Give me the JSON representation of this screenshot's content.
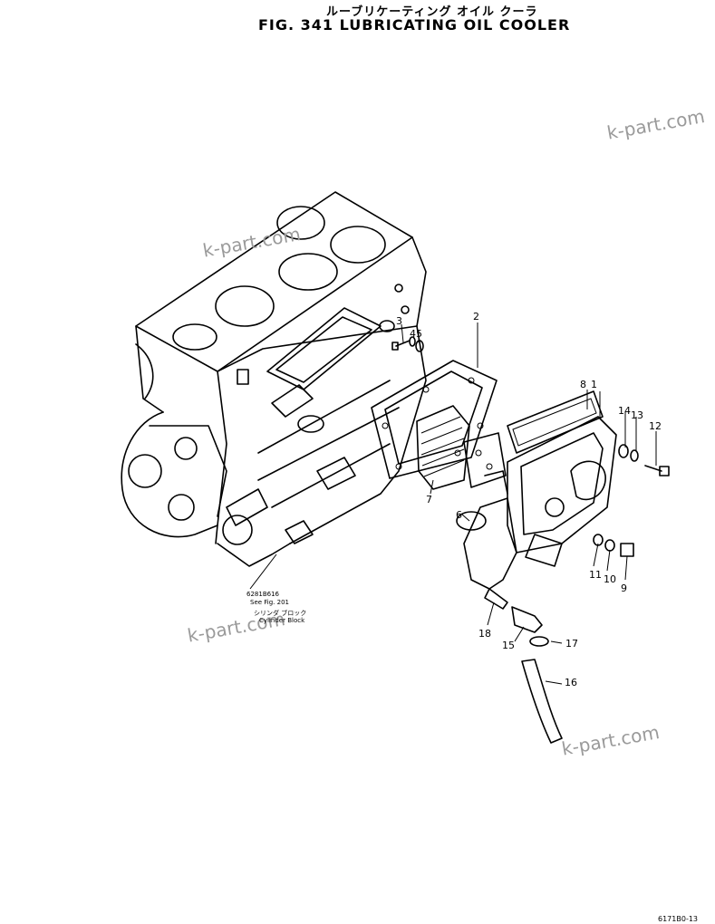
{
  "title": {
    "japanese": "ルーブリケーティング オイル クーラ",
    "english": "FIG. 341  LUBRICATING OIL COOLER"
  },
  "watermark": "k-part.com",
  "reference": {
    "line1": "6281B616",
    "line2": "See Fig. 201",
    "line3": "シリンダ ブロック",
    "line4": "Cylinder Block"
  },
  "callouts": [
    "1",
    "2",
    "3",
    "4",
    "5",
    "6",
    "7",
    "8",
    "9",
    "10",
    "11",
    "12",
    "13",
    "14",
    "15",
    "16",
    "17",
    "18"
  ],
  "footer": "6171B0-13"
}
